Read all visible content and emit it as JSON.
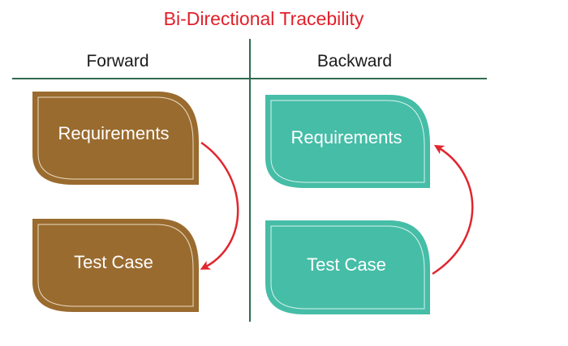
{
  "title": "Bi-Directional Tracebility",
  "columns": {
    "forward": {
      "heading": "Forward",
      "top_box": "Requirements",
      "bottom_box": "Test Case"
    },
    "backward": {
      "heading": "Backward",
      "top_box": "Requirements",
      "bottom_box": "Test Case"
    }
  },
  "colors": {
    "title": "#e2202a",
    "forward_box": "#9a6b2f",
    "backward_box": "#46bda7",
    "arrow": "#e0262f",
    "divider": "#2f6b4f"
  }
}
